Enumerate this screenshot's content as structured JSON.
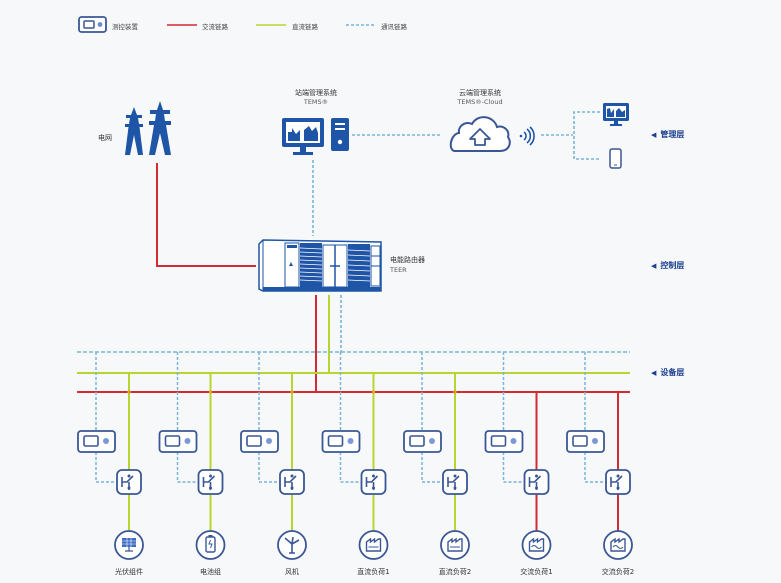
{
  "legend": {
    "items": [
      {
        "label": "测控装置",
        "type": "device"
      },
      {
        "label": "交流链路",
        "type": "line",
        "color": "#d42a32"
      },
      {
        "label": "直流链路",
        "type": "line",
        "color": "#b9d431"
      },
      {
        "label": "通讯链路",
        "type": "dashed",
        "color": "#7ab4d6"
      }
    ]
  },
  "colors": {
    "ac": "#d42a32",
    "dc": "#b9d431",
    "comm": "#7ab4d6",
    "icon": "#1f55a6",
    "outline": "#3a5795"
  },
  "nodes": {
    "grid": {
      "label": "电网",
      "icon": "power-tower-icon"
    },
    "tems": {
      "title": "站端管理系统",
      "subtitle": "TEMS®",
      "icon": "monitor-server-icon"
    },
    "cloud": {
      "title": "云端管理系统",
      "subtitle": "TEMS®-Cloud",
      "icon": "cloud-upload-icon"
    },
    "wireless": {
      "icon": "wireless-signal-icon"
    },
    "remote_monitor": {
      "icon": "monitor-icon"
    },
    "remote_phone": {
      "icon": "phone-icon"
    },
    "teer": {
      "title": "电能路由器",
      "subtitle": "TEER",
      "icon": "container-icon"
    }
  },
  "layers": [
    {
      "label": "管理层"
    },
    {
      "label": "控制层"
    },
    {
      "label": "设备层"
    }
  ],
  "devices": [
    {
      "label": "光伏组件",
      "link": "dc",
      "icon": "solar-panel-icon"
    },
    {
      "label": "电池组",
      "link": "dc",
      "icon": "battery-icon"
    },
    {
      "label": "风机",
      "link": "dc",
      "icon": "wind-turbine-icon"
    },
    {
      "label": "直流负荷1",
      "link": "dc",
      "icon": "factory-icon"
    },
    {
      "label": "直流负荷2",
      "link": "dc",
      "icon": "factory-icon"
    },
    {
      "label": "交流负荷1",
      "link": "ac",
      "icon": "factory-ac-icon"
    },
    {
      "label": "交流负荷2",
      "link": "ac",
      "icon": "factory-ac-icon"
    }
  ]
}
